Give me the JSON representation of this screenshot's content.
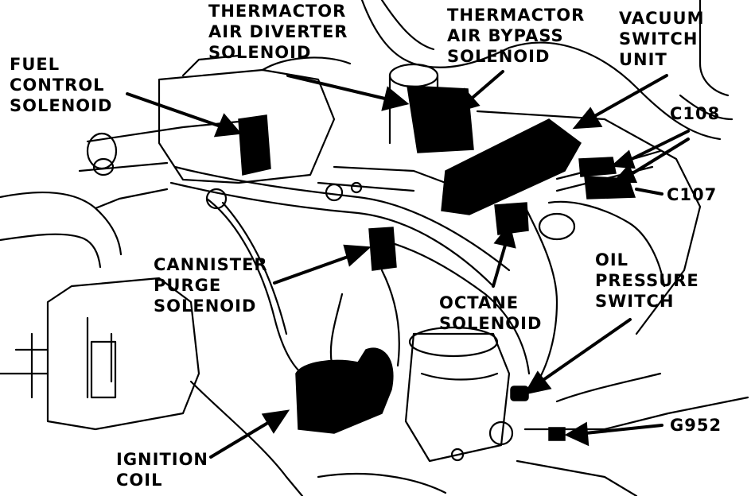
{
  "labels": {
    "fuel_control": [
      "FUEL",
      "CONTROL",
      "SOLENOID"
    ],
    "air_diverter": [
      "THERMACTOR",
      "AIR DIVERTER",
      "SOLENOID"
    ],
    "air_bypass": [
      "THERMACTOR",
      "AIR BYPASS",
      "SOLENOID"
    ],
    "vacuum_switch": [
      "VACUUM",
      "SWITCH",
      "UNIT"
    ],
    "c108": "C108",
    "c107": "C107",
    "cannister_purge": [
      "CANNISTER",
      "PURGE",
      "SOLENOID"
    ],
    "octane": [
      "OCTANE",
      "SOLENOID"
    ],
    "oil_pressure": [
      "OIL",
      "PRESSURE",
      "SWITCH"
    ],
    "g952": "G952",
    "ignition_coil": [
      "IGNITION",
      "COIL"
    ]
  },
  "colors": {
    "ink": "#000000",
    "paper": "#ffffff"
  }
}
